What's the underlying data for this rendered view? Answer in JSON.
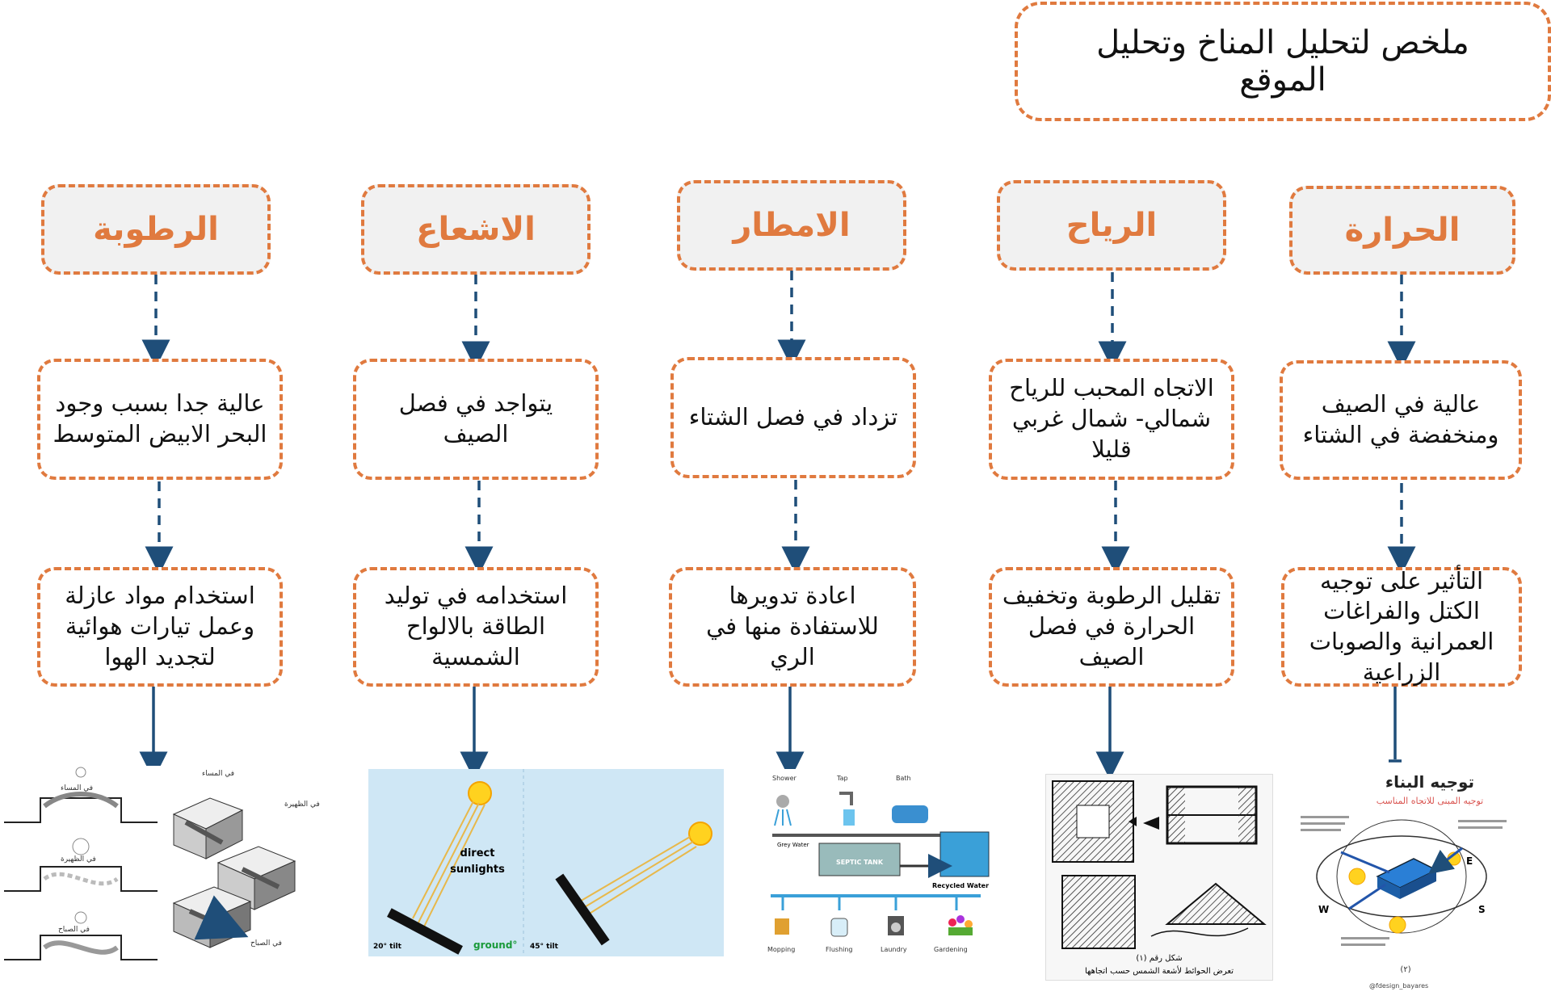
{
  "title": "ملخص لتحليل المناخ وتحليل الموقع",
  "columns": [
    {
      "key": "temperature",
      "header": "الحرارة",
      "finding": "عالية في الصيف ومنخفضة في الشتاء",
      "strategy": "التأثير على توجيه الكتل والفراغات العمرانية والصوبات الزراعية"
    },
    {
      "key": "wind",
      "header": "الرياح",
      "finding": "الاتجاه المحبب للرياح شمالي- شمال غربي قليلا",
      "strategy": "تقليل الرطوبة وتخفيف الحرارة في فصل الصيف"
    },
    {
      "key": "rain",
      "header": "الامطار",
      "finding": "تزداد في فصل الشتاء",
      "strategy": "اعادة تدويرها للاستفادة منها في الري"
    },
    {
      "key": "radiation",
      "header": "الاشعاع",
      "finding": "يتواجد في فصل الصيف",
      "strategy": "استخدامه في توليد الطاقة بالالواح الشمسية"
    },
    {
      "key": "humidity",
      "header": "الرطوبة",
      "finding": "عالية جدا بسبب وجود البحر الابيض المتوسط",
      "strategy": "استخدام مواد عازلة وعمل تيارات هوائية لتجديد الهوا"
    }
  ],
  "images": {
    "orientation": {
      "title": "توجيه البناء",
      "subtitle": "توجيه المبنى للاتجاه المناسب",
      "compass_e": "E",
      "compass_w": "W",
      "compass_s": "S",
      "page_no": "(٢)",
      "credit": "@fdesign_bayares"
    },
    "walls": {
      "caption_1": "شكل رقم (١)",
      "caption_2": "تعرض الحوائط لأشعة الشمس حسب اتجاهها"
    },
    "water": {
      "shower": "Shower",
      "tap": "Tap",
      "bath": "Bath",
      "grey": "Grey Water",
      "septic": "SEPTIC TANK",
      "recycled": "Recycled Water",
      "mopping": "Mopping",
      "flushing": "Flushing",
      "laundry": "Laundry",
      "gardening": "Gardening"
    },
    "solar": {
      "direct_1": "direct",
      "direct_2": "sunlights",
      "tilt20": "20° tilt",
      "ground": "ground°",
      "tilt45": "45° tilt"
    },
    "ventilation": {
      "evening": "في المساء",
      "noon": "في الظهيرة",
      "morning": "في الصباح"
    }
  },
  "colors": {
    "accent": "#e07a3f",
    "arrow": "#1f4e79",
    "panel": "#cfe7f5"
  }
}
